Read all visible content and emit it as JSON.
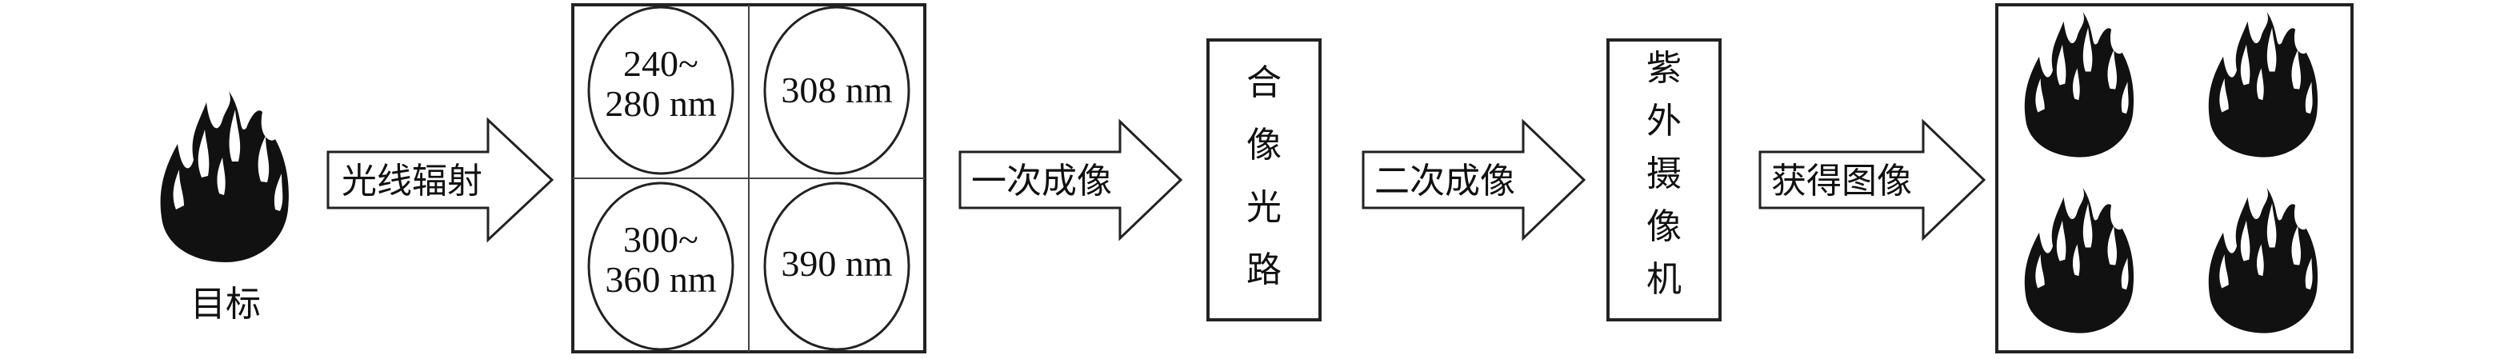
{
  "target": {
    "label": "目标"
  },
  "arrows": [
    {
      "label": "光线辐射"
    },
    {
      "label": "一次成像"
    },
    {
      "label": "二次成像"
    },
    {
      "label": "获得图像"
    }
  ],
  "filter_box": {
    "cells": [
      {
        "line1": "240~",
        "line2": "280 nm"
      },
      {
        "line1": "308 nm"
      },
      {
        "line1": "300~",
        "line2": "360 nm"
      },
      {
        "line1": "390 nm"
      }
    ]
  },
  "optics_box": {
    "chars": [
      "合",
      "像",
      "光",
      "路"
    ]
  },
  "camera_box": {
    "chars": [
      "紫",
      "外",
      "摄",
      "像",
      "机"
    ]
  },
  "icons": {
    "fire": "fire-icon"
  }
}
